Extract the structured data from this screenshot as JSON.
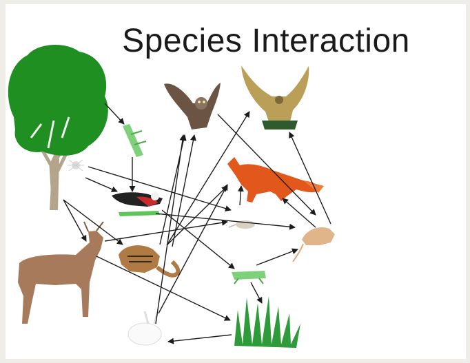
{
  "title": "Species Interaction",
  "organisms": [
    {
      "name": "tree",
      "icon": "tree-icon"
    },
    {
      "name": "owl",
      "icon": "owl-icon"
    },
    {
      "name": "hawk",
      "icon": "hawk-icon"
    },
    {
      "name": "grasshopper-on-tree",
      "icon": "grasshopper-icon"
    },
    {
      "name": "spider",
      "icon": "spider-icon"
    },
    {
      "name": "fox",
      "icon": "fox-icon"
    },
    {
      "name": "bird",
      "icon": "bird-icon"
    },
    {
      "name": "caterpillar",
      "icon": "caterpillar-icon"
    },
    {
      "name": "mouse",
      "icon": "mouse-icon"
    },
    {
      "name": "rat",
      "icon": "rat-icon"
    },
    {
      "name": "deer",
      "icon": "deer-icon"
    },
    {
      "name": "chipmunk",
      "icon": "chipmunk-icon"
    },
    {
      "name": "grasshopper",
      "icon": "grasshopper-icon"
    },
    {
      "name": "grass",
      "icon": "grass-icon"
    },
    {
      "name": "rabbit",
      "icon": "rabbit-icon"
    }
  ],
  "colors": {
    "background": "#ffffff",
    "frame": "#efede8",
    "tree_foliage": "#1f8f22",
    "trunk": "#b3a48c",
    "fox": "#e2571b",
    "deer": "#a77a5c",
    "owl": "#6b5443",
    "hawk": "#b99f57",
    "grass": "#2e9b3a",
    "arrow": "#1c1c1c"
  }
}
